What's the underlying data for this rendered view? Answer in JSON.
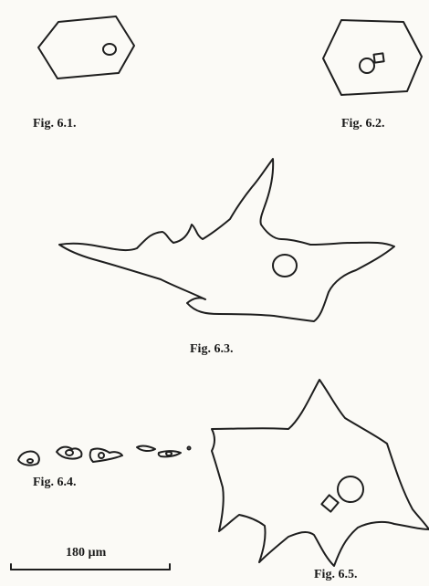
{
  "figures": {
    "fig1": {
      "caption": "Fig. 6.1."
    },
    "fig2": {
      "caption": "Fig. 6.2."
    },
    "fig3": {
      "caption": "Fig. 6.3."
    },
    "fig4": {
      "caption": "Fig. 6.4."
    },
    "fig5": {
      "caption": "Fig. 6.5."
    }
  },
  "scale_bar": {
    "label": "180 µm"
  }
}
